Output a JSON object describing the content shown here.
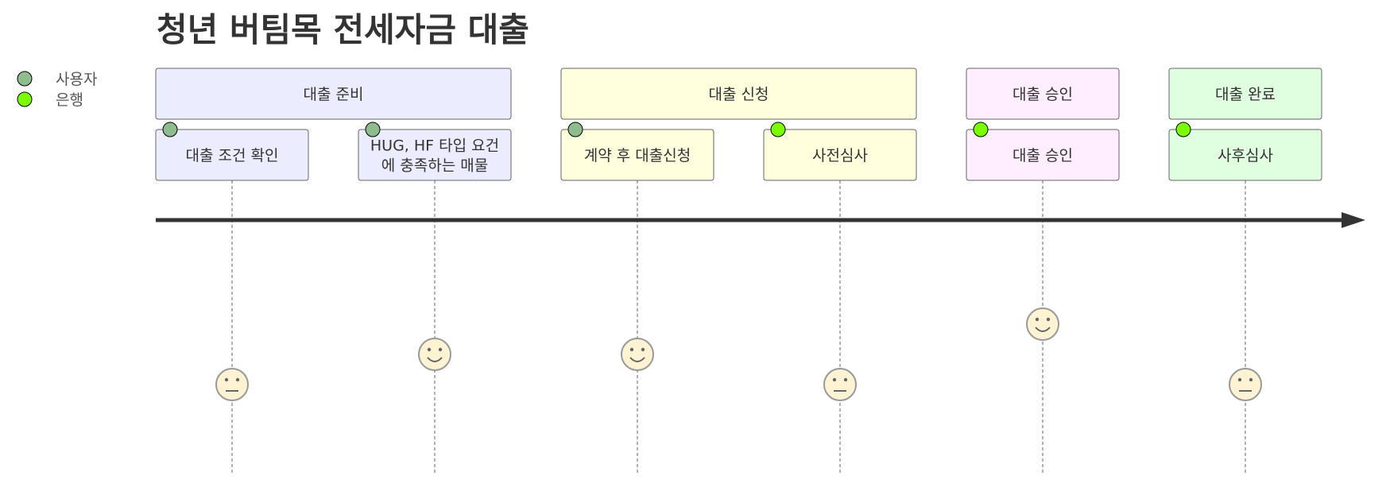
{
  "title": "청년 버팀목 전세자금 대출",
  "legend": [
    {
      "label": "사용자",
      "color": "#8FBC8F"
    },
    {
      "label": "은행",
      "color": "#7CFC00"
    }
  ],
  "sections": [
    {
      "label": "대출 준비",
      "color": "#ECECFF"
    },
    {
      "label": "대출 신청",
      "color": "#FFFFDE"
    },
    {
      "label": "대출 승인",
      "color": "#FFEEFF"
    },
    {
      "label": "대출 완료",
      "color": "#E0FFE0"
    }
  ],
  "tasks": [
    {
      "label": "대출 조건 확인",
      "section": 0,
      "actor": 0,
      "score": 3
    },
    {
      "label": "HUG, HF 타입 요건\n에 충족하는 매물",
      "section": 0,
      "actor": 0,
      "score": 5
    },
    {
      "label": "계약 후 대출신청",
      "section": 1,
      "actor": 0,
      "score": 5
    },
    {
      "label": "사전심사",
      "section": 1,
      "actor": 1,
      "score": 3
    },
    {
      "label": "대출 승인",
      "section": 2,
      "actor": 1,
      "score": 7
    },
    {
      "label": "사후심사",
      "section": 3,
      "actor": 1,
      "score": 3
    }
  ],
  "colors": {
    "line": "#333333",
    "border": "#666666",
    "face": "#FFF3D4",
    "face_stroke": "#999999",
    "dash": "#666666"
  }
}
